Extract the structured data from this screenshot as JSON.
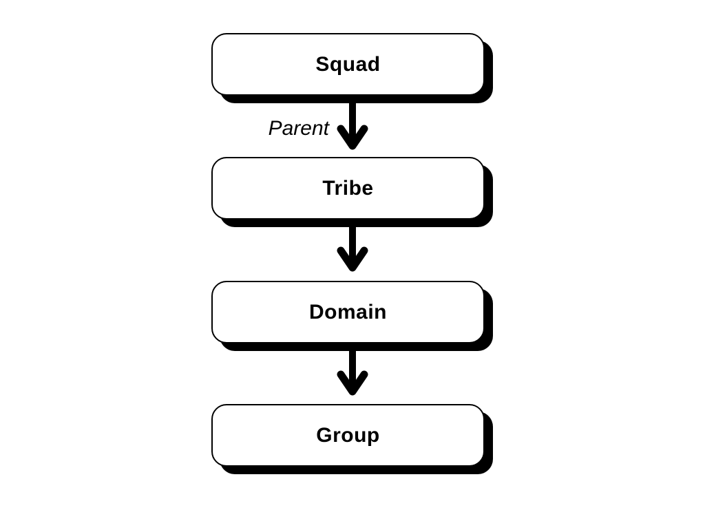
{
  "diagram": {
    "type": "flowchart",
    "direction": "top-down",
    "background": "#ffffff",
    "node_fill": "#ffffff",
    "stroke_color": "#000000",
    "text_color": "#000000",
    "nodes": [
      {
        "id": "squad",
        "label": "Squad"
      },
      {
        "id": "tribe",
        "label": "Tribe"
      },
      {
        "id": "domain",
        "label": "Domain"
      },
      {
        "id": "group",
        "label": "Group"
      }
    ],
    "edges": [
      {
        "from": "Squad",
        "to": "Tribe",
        "label": "Parent",
        "arrow": "down"
      },
      {
        "from": "Tribe",
        "to": "Domain",
        "label": "",
        "arrow": "down"
      },
      {
        "from": "Domain",
        "to": "Group",
        "label": "",
        "arrow": "down"
      }
    ]
  }
}
